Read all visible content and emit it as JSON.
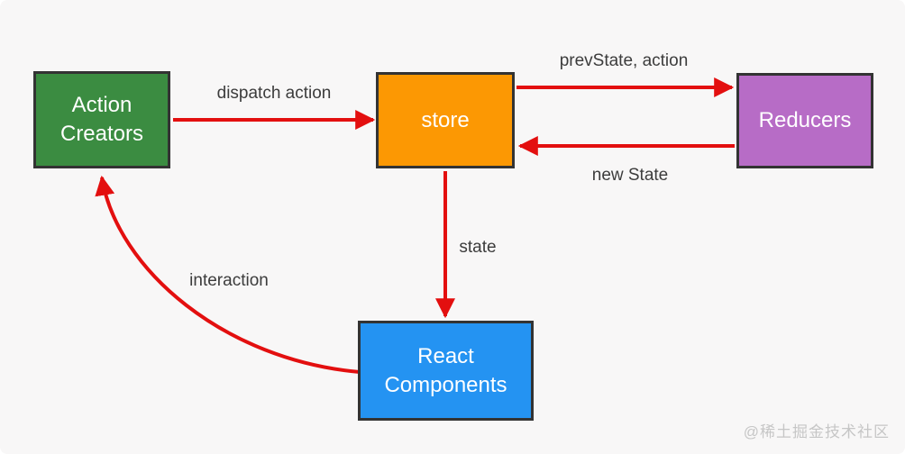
{
  "nodes": {
    "action_creators": {
      "label": "Action Creators",
      "color": "#3b8c41"
    },
    "store": {
      "label": "store",
      "color": "#fc9803"
    },
    "reducers": {
      "label": "Reducers",
      "color": "#b76cc6"
    },
    "react_components": {
      "label": "React Components",
      "color": "#2493f2"
    }
  },
  "edges": {
    "dispatch_action": {
      "label": "dispatch action",
      "from": "action_creators",
      "to": "store"
    },
    "prev_state_action": {
      "label": "prevState, action",
      "from": "store",
      "to": "reducers"
    },
    "new_state": {
      "label": "new State",
      "from": "reducers",
      "to": "store"
    },
    "state": {
      "label": "state",
      "from": "store",
      "to": "react_components"
    },
    "interaction": {
      "label": "interaction",
      "from": "react_components",
      "to": "action_creators"
    }
  },
  "colors": {
    "arrow": "#e30f0f",
    "node_border": "#333333",
    "background": "#f8f7f7",
    "label_text": "#3c3c3c",
    "node_text": "#ffffff",
    "watermark_text": "#c6c6c6"
  },
  "watermark": {
    "text": "@稀土掘金技术社区"
  }
}
